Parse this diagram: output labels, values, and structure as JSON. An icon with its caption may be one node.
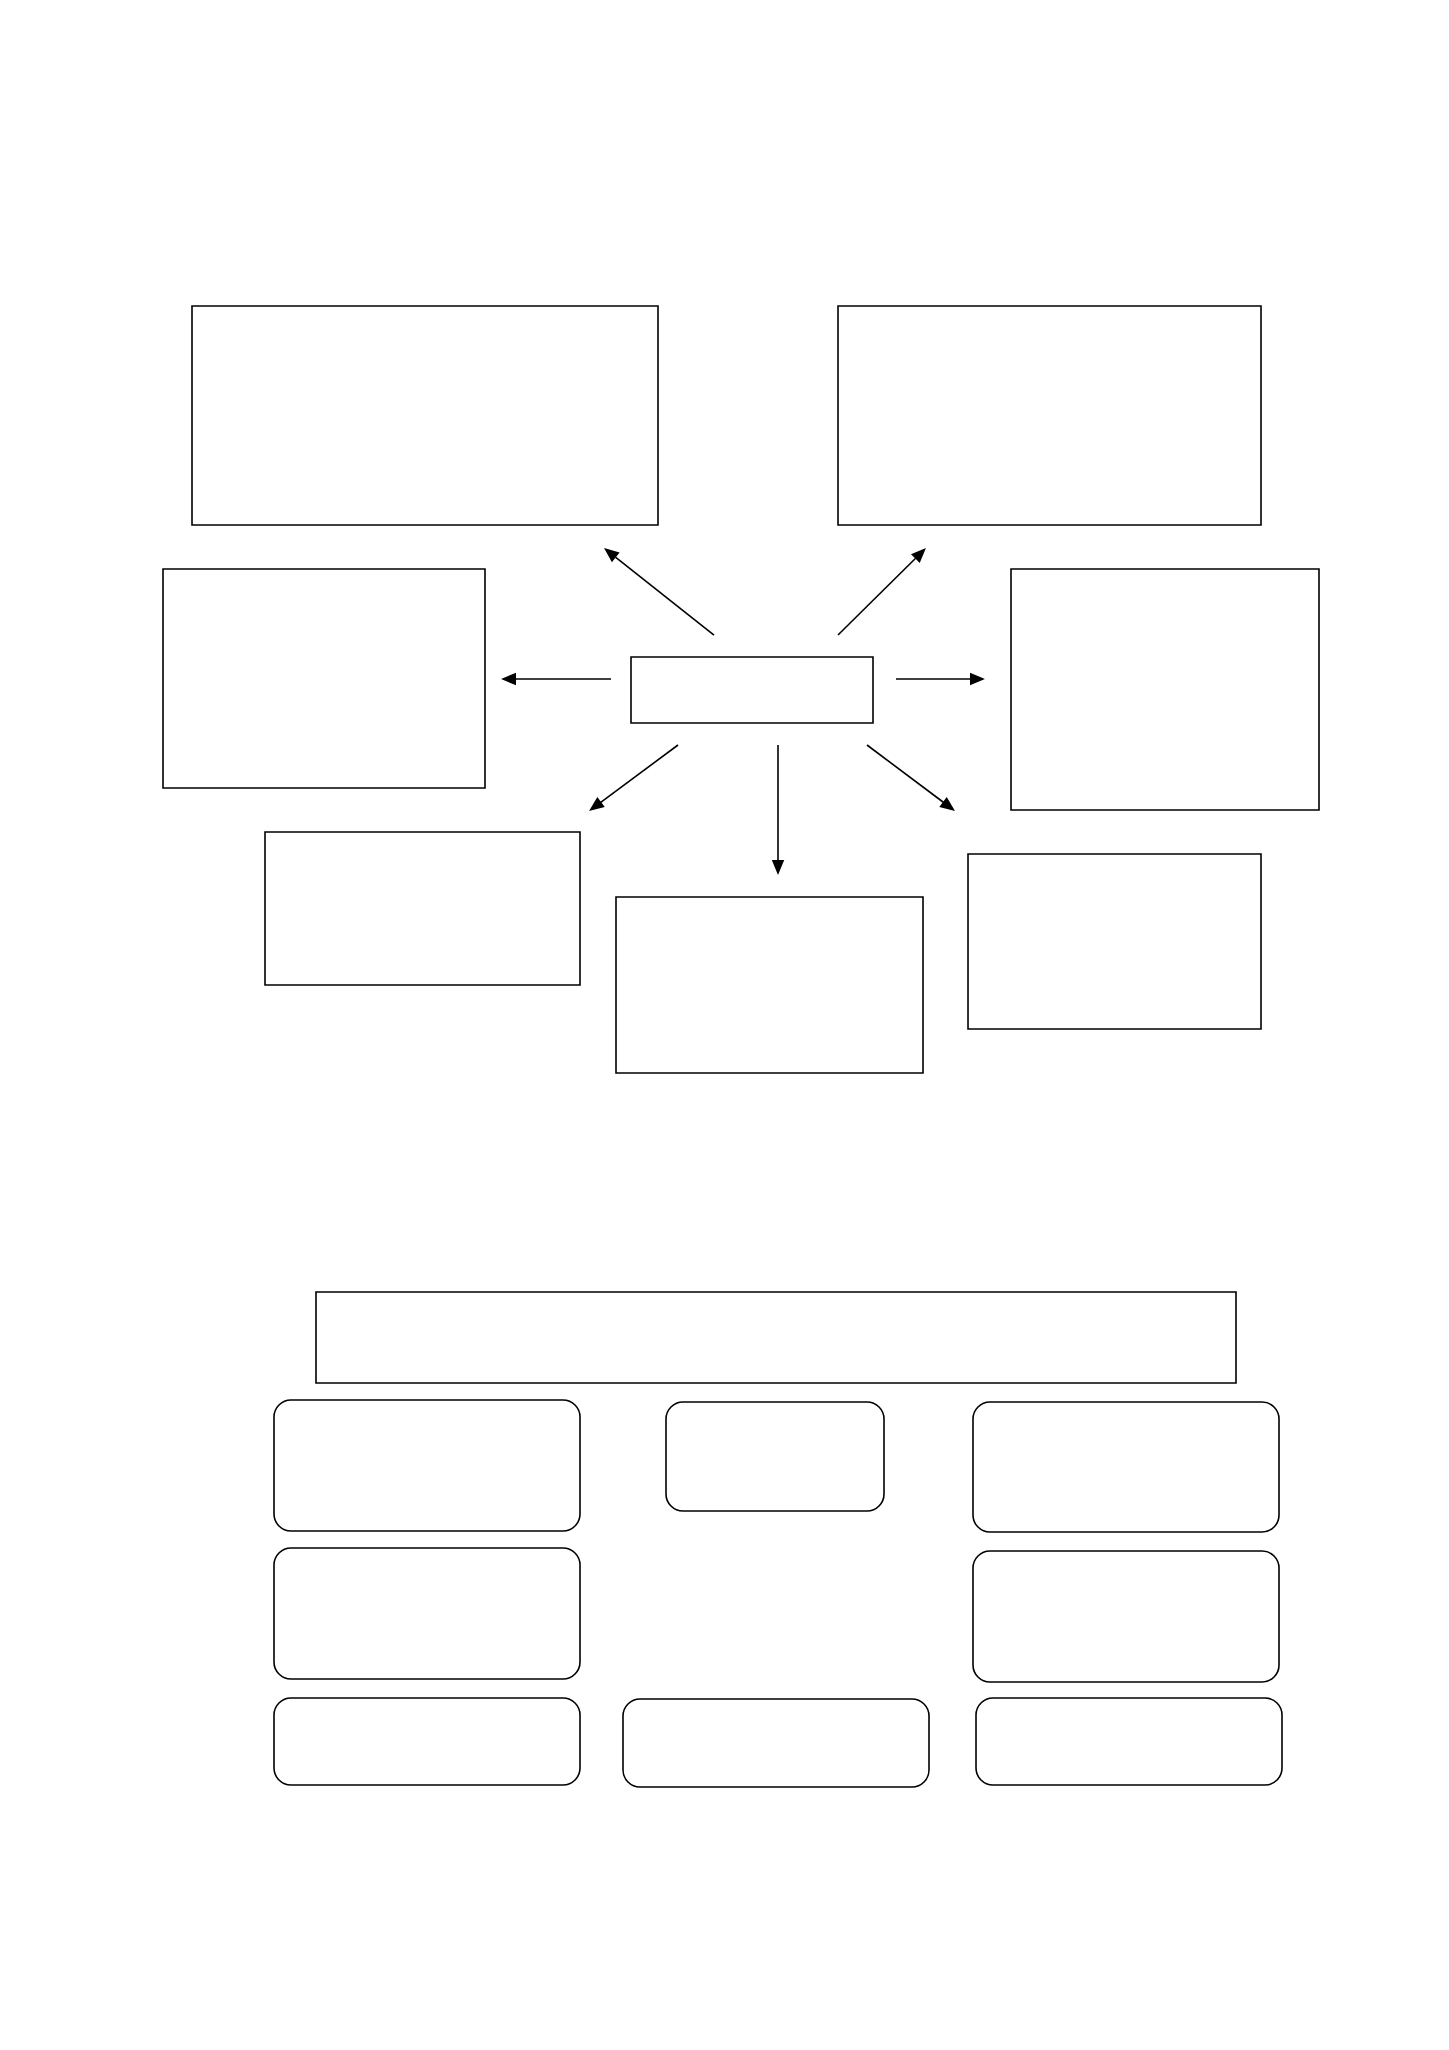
{
  "diagram": {
    "nodes": [
      {
        "text": [],
        "shape": "box"
      },
      {
        "text": [],
        "shape": "box"
      },
      {
        "text": [],
        "shape": "box"
      },
      {
        "text": [],
        "shape": "box"
      },
      {
        "text": [],
        "shape": "box"
      },
      {
        "text": [],
        "shape": "box"
      },
      {
        "text": [],
        "shape": "box"
      },
      {
        "text": [],
        "shape": "box"
      },
      {
        "text": [],
        "shape": "box"
      },
      {
        "text": [],
        "shape": "box"
      },
      {
        "text": [],
        "shape": "box"
      },
      {
        "text": [],
        "shape": "box"
      },
      {
        "text": [],
        "shape": "box"
      },
      {
        "text": [],
        "shape": "box"
      },
      {
        "text": [],
        "shape": "box"
      },
      {
        "text": [],
        "shape": "box"
      },
      {
        "text": [],
        "shape": "box"
      }
    ],
    "edges": [
      {
        "from": 3,
        "to": 0,
        "arrow": "to"
      },
      {
        "from": 3,
        "to": 1,
        "arrow": "to"
      },
      {
        "from": 3,
        "to": 2,
        "arrow": "to"
      },
      {
        "from": 3,
        "to": 4,
        "arrow": "to"
      },
      {
        "from": 3,
        "to": 5,
        "arrow": "to"
      },
      {
        "from": 3,
        "to": 6,
        "arrow": "to"
      },
      {
        "from": 3,
        "to": 7,
        "arrow": "to"
      }
    ]
  }
}
